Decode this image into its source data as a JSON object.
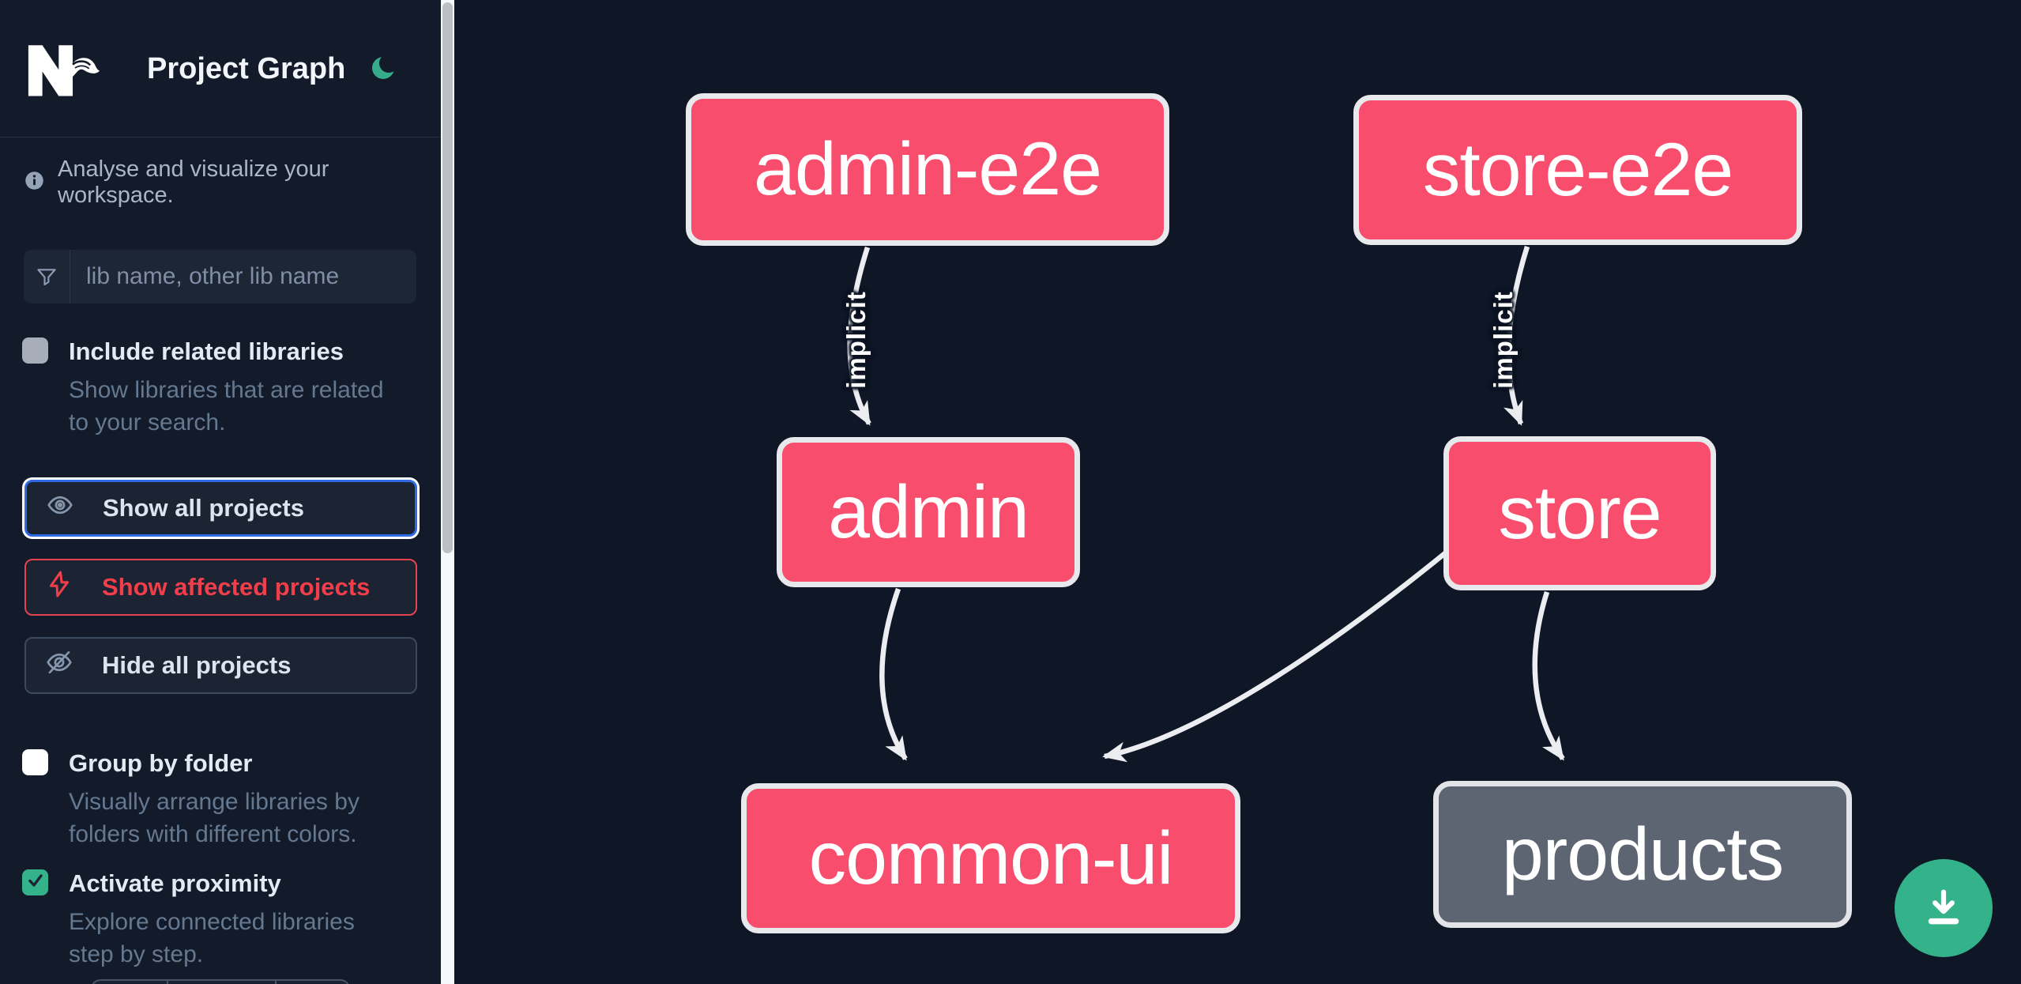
{
  "header": {
    "title": "Project Graph",
    "logo": "Nx"
  },
  "sidebar": {
    "tagline": "Analyse and visualize your workspace.",
    "search_placeholder": "lib name, other lib name",
    "include_related": {
      "label": "Include related libraries",
      "description": "Show libraries that are related to your search.",
      "checked": false
    },
    "actions": {
      "show_all": {
        "label": "Show all projects",
        "focused": true
      },
      "show_affected": {
        "label": "Show affected projects"
      },
      "hide_all": {
        "label": "Hide all projects"
      }
    },
    "group_by_folder": {
      "label": "Group by folder",
      "description": "Visually arrange libraries by folders with different colors.",
      "checked": false
    },
    "activate_proximity": {
      "label": "Activate proximity",
      "description": "Explore connected libraries step by step.",
      "checked": true
    }
  },
  "graph": {
    "nodes": [
      {
        "id": "admin-e2e",
        "label": "admin-e2e",
        "style": "pink"
      },
      {
        "id": "store-e2e",
        "label": "store-e2e",
        "style": "pink"
      },
      {
        "id": "admin",
        "label": "admin",
        "style": "pink"
      },
      {
        "id": "store",
        "label": "store",
        "style": "pink"
      },
      {
        "id": "common-ui",
        "label": "common-ui",
        "style": "pink"
      },
      {
        "id": "products",
        "label": "products",
        "style": "gray"
      }
    ],
    "edges": [
      {
        "from": "admin-e2e",
        "to": "admin",
        "label": "implicit"
      },
      {
        "from": "store-e2e",
        "to": "store",
        "label": "implicit"
      },
      {
        "from": "admin",
        "to": "common-ui",
        "label": ""
      },
      {
        "from": "store",
        "to": "common-ui",
        "label": ""
      },
      {
        "from": "store",
        "to": "products",
        "label": ""
      }
    ]
  },
  "colors": {
    "node_pink": "#f94d6d",
    "node_gray": "#5d6573",
    "accent_teal": "#34b38b",
    "focus_blue": "#2e6be5",
    "alert_red": "#ef4444",
    "edge": "#ecedf0"
  },
  "fab": {
    "action": "download"
  }
}
